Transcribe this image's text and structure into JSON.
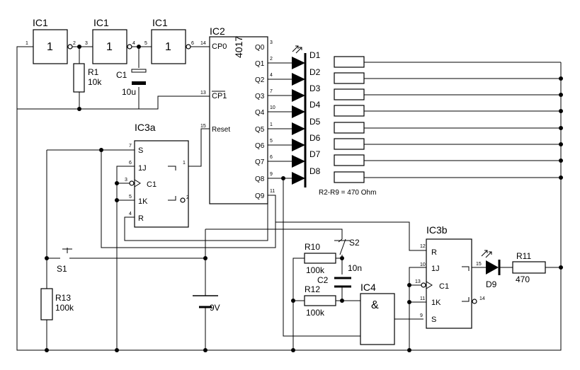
{
  "ic1": {
    "label": "IC1",
    "gate_symbol": "1",
    "pins": [
      "1",
      "2",
      "3",
      "4",
      "5",
      "6"
    ]
  },
  "ic2": {
    "label": "IC2",
    "part": "4017",
    "pins_left": [
      {
        "num": "14",
        "name": "CP0"
      },
      {
        "num": "13",
        "name": "CP1"
      },
      {
        "num": "15",
        "name": "Reset"
      }
    ],
    "outputs": [
      {
        "name": "Q0",
        "pin": "3"
      },
      {
        "name": "Q1",
        "pin": "2"
      },
      {
        "name": "Q2",
        "pin": "4"
      },
      {
        "name": "Q3",
        "pin": "7"
      },
      {
        "name": "Q4",
        "pin": "10"
      },
      {
        "name": "Q5",
        "pin": "1"
      },
      {
        "name": "Q6",
        "pin": "5"
      },
      {
        "name": "Q7",
        "pin": "6"
      },
      {
        "name": "Q8",
        "pin": "9"
      },
      {
        "name": "Q9",
        "pin": "11"
      }
    ]
  },
  "ic3a": {
    "label": "IC3a",
    "pins": [
      {
        "num": "7",
        "name": "S"
      },
      {
        "num": "6",
        "name": "1J"
      },
      {
        "num": "3",
        "name": "C1"
      },
      {
        "num": "5",
        "name": "1K"
      },
      {
        "num": "4",
        "name": "R"
      }
    ],
    "out_q": "1",
    "out_qbar": "2"
  },
  "ic3b": {
    "label": "IC3b",
    "pins": [
      {
        "num": "12",
        "name": "R"
      },
      {
        "num": "10",
        "name": "1J"
      },
      {
        "num": "13",
        "name": "C1"
      },
      {
        "num": "11",
        "name": "1K"
      },
      {
        "num": "9",
        "name": "S"
      }
    ],
    "out_q": "15",
    "out_qbar": "14"
  },
  "ic4": {
    "label": "IC4",
    "symbol": "&"
  },
  "leds": [
    "D1",
    "D2",
    "D3",
    "D4",
    "D5",
    "D6",
    "D7",
    "D8"
  ],
  "resistor_note": "R2-R9 = 470 Ohm",
  "r1": {
    "name": "R1",
    "value": "10k"
  },
  "c1": {
    "name": "C1",
    "value": "10u"
  },
  "r10": {
    "name": "R10",
    "value": "100k"
  },
  "r12": {
    "name": "R12",
    "value": "100k"
  },
  "c2": {
    "name": "C2",
    "value": "10n"
  },
  "r11": {
    "name": "R11",
    "value": "470"
  },
  "d9": {
    "name": "D9"
  },
  "r13": {
    "name": "R13",
    "value": "100k"
  },
  "s1": {
    "name": "S1"
  },
  "s2": {
    "name": "S2"
  },
  "battery": {
    "value": "9V"
  }
}
